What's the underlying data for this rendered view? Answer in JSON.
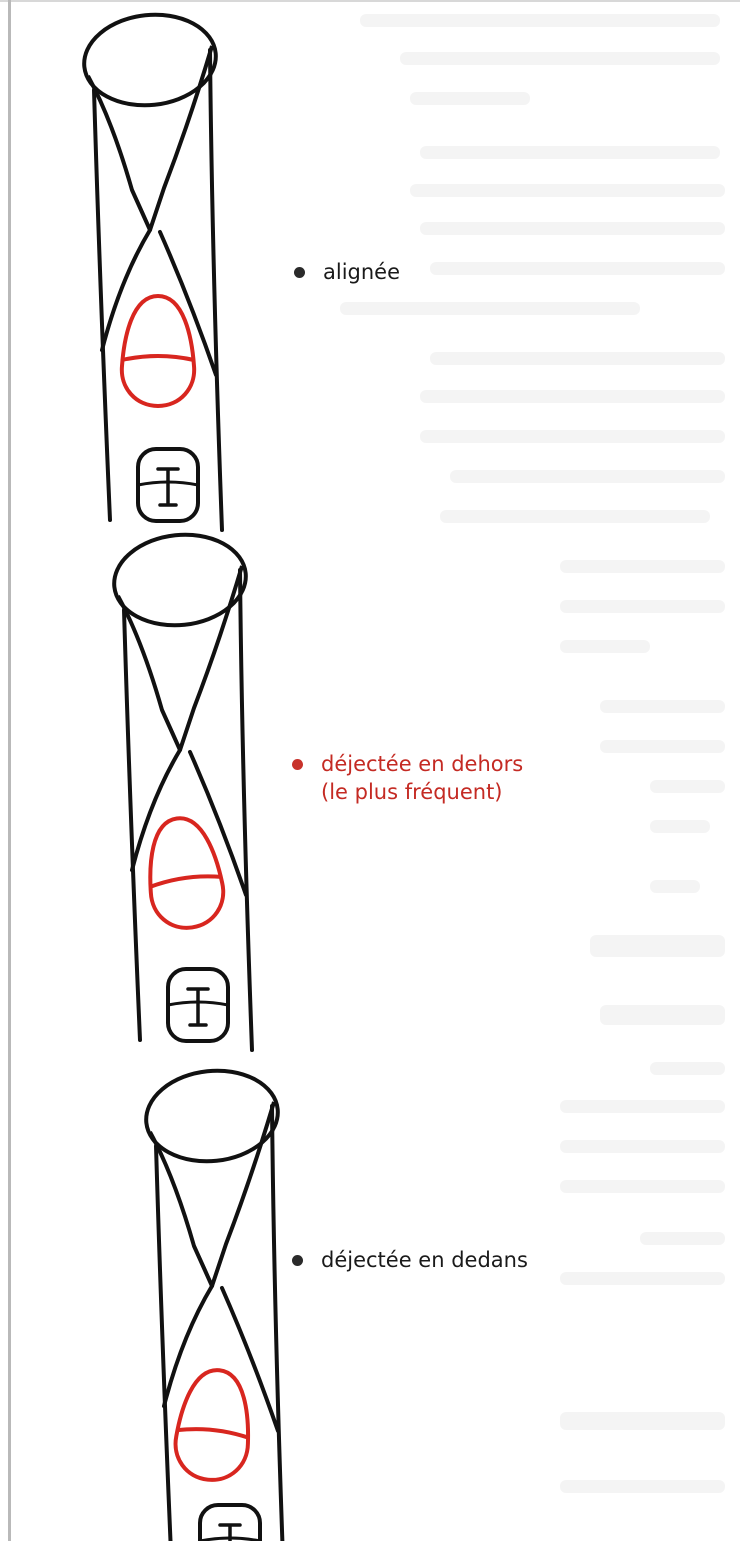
{
  "labels": [
    {
      "lines": [
        "alignée"
      ],
      "color": "#1a1a1a"
    },
    {
      "lines": [
        "déjectée en dehors",
        "(le plus fréquent)"
      ],
      "color": "#c42a23"
    },
    {
      "lines": [
        "déjectée en dedans"
      ],
      "color": "#1a1a1a"
    }
  ],
  "colors": {
    "ink": "#111111",
    "tooth_red": "#d8261f"
  },
  "icons": [
    "bullet-dot",
    "jaw-outline",
    "wisdom-tooth-crown",
    "adjacent-molar"
  ]
}
